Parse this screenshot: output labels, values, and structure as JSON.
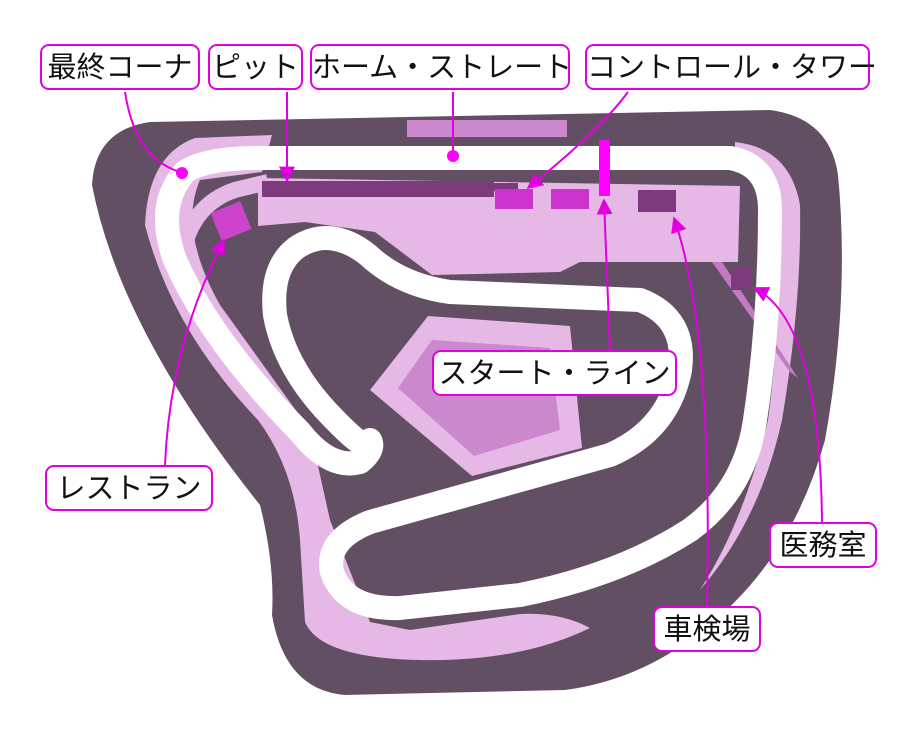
{
  "colors": {
    "outer_area": "#634f63",
    "paddock": "#e6b8e6",
    "inner_area": "#cc88cc",
    "building_dark": "#7d3a7d",
    "building_magenta": "#cc33cc",
    "line_magenta": "#ff00ff",
    "track": "#ffffff",
    "callout_border": "#e000e0"
  },
  "labels": {
    "final_corner": "最終コーナ",
    "pit": "ピット",
    "home_straight": "ホーム・ストレート",
    "control_tower": "コントロール・タワー",
    "start_line": "スタート・ライン",
    "restaurant": "レストラン",
    "inspection": "車検場",
    "medical_room": "医務室"
  }
}
